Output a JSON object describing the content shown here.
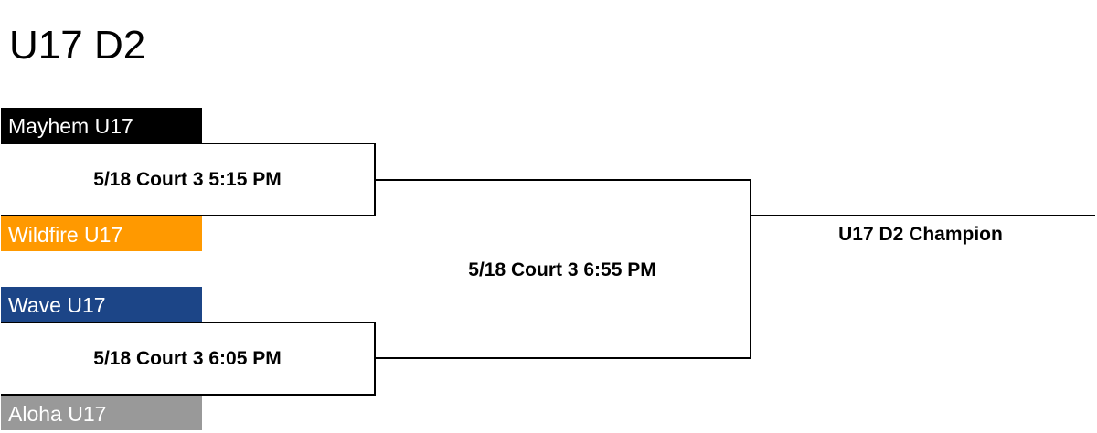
{
  "title": "U17 D2",
  "teams": [
    {
      "name": "Mayhem U17",
      "color": "#000000"
    },
    {
      "name": "Wildfire U17",
      "color": "#ff9900"
    },
    {
      "name": "Wave U17",
      "color": "#1c4587"
    },
    {
      "name": "Aloha U17",
      "color": "#999999"
    }
  ],
  "games": {
    "semi_top": "5/18 Court 3 5:15 PM",
    "semi_bottom": "5/18 Court 3 6:05 PM",
    "final": "5/18 Court 3 6:55 PM"
  },
  "champion_label": "U17 D2 Champion"
}
